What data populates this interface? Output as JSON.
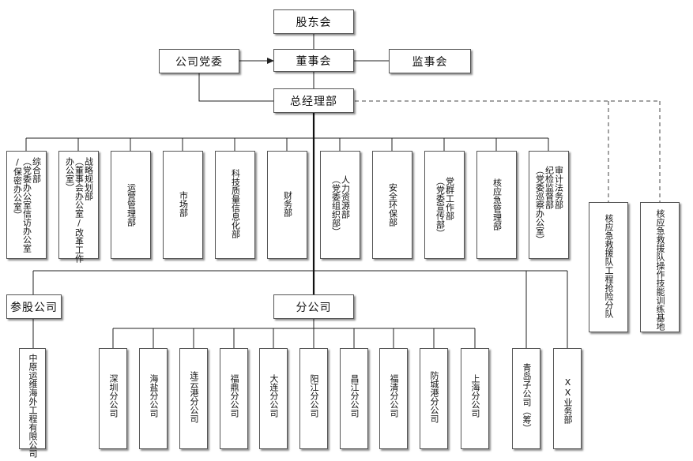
{
  "top": {
    "shareholders": "股东会",
    "board": "董事会",
    "party": "公司党委",
    "supervisors": "监事会",
    "gm": "总经理部"
  },
  "departments": [
    {
      "id": "general-office",
      "lines": [
        "综合部",
        "（党委办公室信访办公室",
        "/保密办公室）"
      ]
    },
    {
      "id": "strategy",
      "lines": [
        "战略规划部",
        "（董事会办公室/改革工作",
        "办公室）"
      ]
    },
    {
      "id": "operations",
      "lines": [
        "运营管理部"
      ]
    },
    {
      "id": "market",
      "lines": [
        "市场部"
      ]
    },
    {
      "id": "tech-quality-it",
      "lines": [
        "科技质量信息化部"
      ]
    },
    {
      "id": "finance",
      "lines": [
        "财务部"
      ]
    },
    {
      "id": "hr",
      "lines": [
        "人力资源部",
        "（党委组织部）"
      ]
    },
    {
      "id": "safety-env",
      "lines": [
        "安全环保部"
      ]
    },
    {
      "id": "party-mass",
      "lines": [
        "党群工作部",
        "（党委宣传部）"
      ]
    },
    {
      "id": "nuclear-emergency",
      "lines": [
        "核应急管理部"
      ]
    },
    {
      "id": "discipline-audit",
      "lines": [
        "审计法务部",
        "纪检监督部",
        "（党委巡察办公室）"
      ]
    }
  ],
  "emergency": [
    {
      "id": "rescue-engineering",
      "text": "核应急救援队工程抢险分队"
    },
    {
      "id": "rescue-training",
      "text": "核应急救援队操作技能训练基地"
    }
  ],
  "holdings": {
    "title": "参股公司",
    "companies": [
      {
        "id": "zhongyuan",
        "text": "中原运维海外工程有限公司"
      }
    ]
  },
  "branches": {
    "title": "分公司",
    "items": [
      {
        "id": "shenzhen",
        "text": "深圳分公司"
      },
      {
        "id": "haiyan",
        "text": "海盐分公司"
      },
      {
        "id": "lianyungang",
        "text": "连云港分公司"
      },
      {
        "id": "fuding",
        "text": "福鼎分公司"
      },
      {
        "id": "dalian",
        "text": "大连分公司"
      },
      {
        "id": "yangjiang",
        "text": "阳江分公司"
      },
      {
        "id": "changjiang",
        "text": "昌江分公司"
      },
      {
        "id": "fuqing",
        "text": "福清分公司"
      },
      {
        "id": "fangchenggang",
        "text": "防城港分公司"
      },
      {
        "id": "shanghai",
        "text": "上海分公司"
      },
      {
        "id": "qingdao",
        "text": "青岛子公司（筹）"
      },
      {
        "id": "xx-business",
        "text": "XX业务部"
      }
    ]
  }
}
